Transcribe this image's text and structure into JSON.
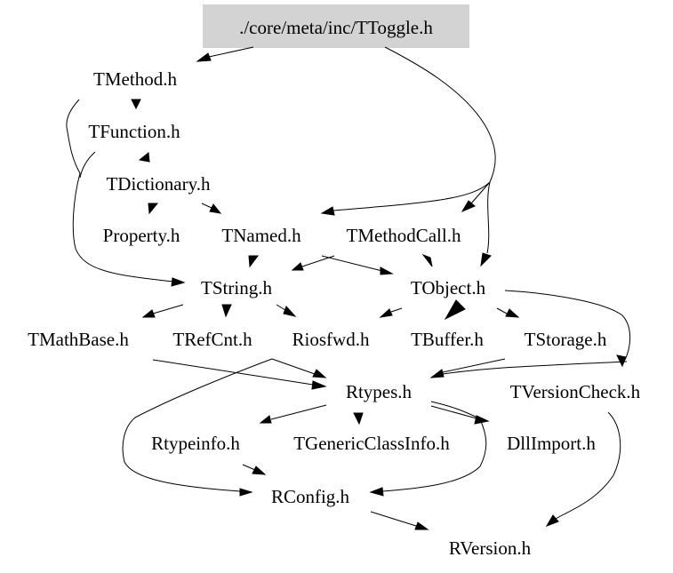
{
  "diagram": {
    "type": "include-dependency-graph",
    "root": "./core/meta/inc/TToggle.h",
    "colors": {
      "root_fill": "#d3d3d3",
      "background": "#ffffff",
      "edge": "#000000",
      "text": "#000000"
    },
    "nodes": [
      {
        "id": "ttoggle",
        "label": "./core/meta/inc/TToggle.h",
        "root": true
      },
      {
        "id": "tmethod",
        "label": "TMethod.h"
      },
      {
        "id": "tfunction",
        "label": "TFunction.h"
      },
      {
        "id": "tdictionary",
        "label": "TDictionary.h"
      },
      {
        "id": "property",
        "label": "Property.h"
      },
      {
        "id": "tnamed",
        "label": "TNamed.h"
      },
      {
        "id": "tmethodcall",
        "label": "TMethodCall.h"
      },
      {
        "id": "tstring",
        "label": "TString.h"
      },
      {
        "id": "tobject",
        "label": "TObject.h"
      },
      {
        "id": "tmathbase",
        "label": "TMathBase.h"
      },
      {
        "id": "trefcnt",
        "label": "TRefCnt.h"
      },
      {
        "id": "riosfwd",
        "label": "Riosfwd.h"
      },
      {
        "id": "tbuffer",
        "label": "TBuffer.h"
      },
      {
        "id": "tstorage",
        "label": "TStorage.h"
      },
      {
        "id": "rtypes",
        "label": "Rtypes.h"
      },
      {
        "id": "tversioncheck",
        "label": "TVersionCheck.h"
      },
      {
        "id": "rtypeinfo",
        "label": "Rtypeinfo.h"
      },
      {
        "id": "tgenericclassinfo",
        "label": "TGenericClassInfo.h"
      },
      {
        "id": "dllimport",
        "label": "DllImport.h"
      },
      {
        "id": "rconfig",
        "label": "RConfig.h"
      },
      {
        "id": "rversion",
        "label": "RVersion.h"
      }
    ],
    "edges": [
      {
        "from": "ttoggle",
        "to": "tmethod"
      },
      {
        "from": "ttoggle",
        "to": "tnamed"
      },
      {
        "from": "ttoggle",
        "to": "tmethodcall"
      },
      {
        "from": "ttoggle",
        "to": "tobject"
      },
      {
        "from": "tmethod",
        "to": "tfunction"
      },
      {
        "from": "tmethod",
        "to": "tstring"
      },
      {
        "from": "tfunction",
        "to": "tdictionary"
      },
      {
        "from": "tfunction",
        "to": "tstring"
      },
      {
        "from": "tdictionary",
        "to": "property"
      },
      {
        "from": "tdictionary",
        "to": "tnamed"
      },
      {
        "from": "tnamed",
        "to": "tstring"
      },
      {
        "from": "tnamed",
        "to": "tobject"
      },
      {
        "from": "tmethodcall",
        "to": "tstring"
      },
      {
        "from": "tmethodcall",
        "to": "tobject"
      },
      {
        "from": "tstring",
        "to": "tmathbase"
      },
      {
        "from": "tstring",
        "to": "trefcnt"
      },
      {
        "from": "tstring",
        "to": "riosfwd"
      },
      {
        "from": "tobject",
        "to": "riosfwd"
      },
      {
        "from": "tobject",
        "to": "tbuffer"
      },
      {
        "from": "tobject",
        "to": "tstorage"
      },
      {
        "from": "tobject",
        "to": "tversioncheck"
      },
      {
        "from": "tobject",
        "to": "rtypes"
      },
      {
        "from": "tmathbase",
        "to": "rtypes"
      },
      {
        "from": "riosfwd",
        "to": "rtypes"
      },
      {
        "from": "riosfwd",
        "to": "rconfig"
      },
      {
        "from": "tstorage",
        "to": "rtypes"
      },
      {
        "from": "rtypes",
        "to": "rtypeinfo"
      },
      {
        "from": "rtypes",
        "to": "tgenericclassinfo"
      },
      {
        "from": "rtypes",
        "to": "dllimport"
      },
      {
        "from": "rtypes",
        "to": "rconfig"
      },
      {
        "from": "rtypeinfo",
        "to": "rconfig"
      },
      {
        "from": "tversioncheck",
        "to": "rversion"
      },
      {
        "from": "rconfig",
        "to": "rversion"
      }
    ]
  }
}
